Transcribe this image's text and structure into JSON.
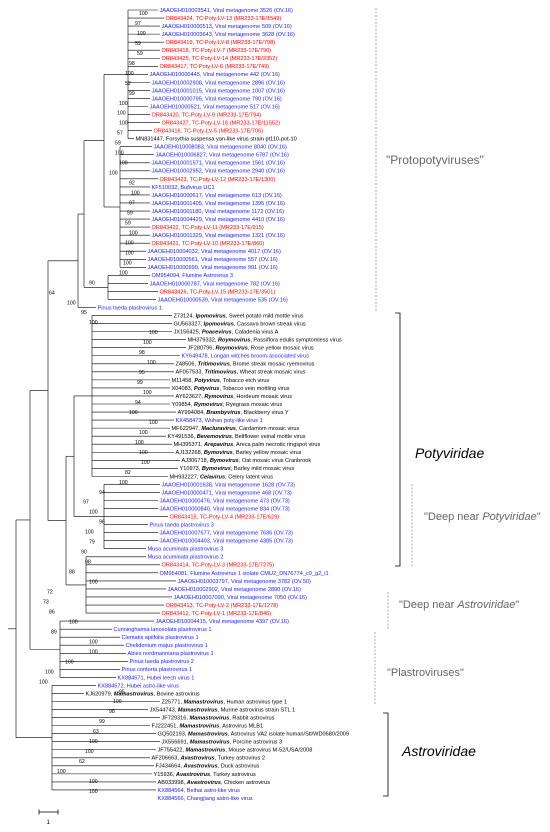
{
  "colors": {
    "reference": "#000000",
    "metagenome": "#1a1aff",
    "novel": "#ff0000",
    "line": "#000000",
    "group": "#777777"
  },
  "leaves": [
    {
      "text": "JAAOEH010003541, Viral metagenome 3526 (OV.16)",
      "c": "blue"
    },
    {
      "text": "OR843424, TC-Poty-LV-13 (MR233-17E/1549)",
      "c": "red"
    },
    {
      "text": "JAAOEH010000513, Viral metagenome 509 (OV.16)",
      "c": "blue"
    },
    {
      "text": "JAAOEH010003643, Viral metagenome 3628 (OV.16)",
      "c": "blue"
    },
    {
      "text": "OR843419, TC-Poty-LV-8 (MR233-17E/798)",
      "c": "red"
    },
    {
      "text": "OR843418, TC-Poty-LV-7 (MR233-17E/790)",
      "c": "red"
    },
    {
      "text": "OR843425, TC-Poty-LV-14 (MR233-17E/2352)",
      "c": "red"
    },
    {
      "text": "OR843417, TC-Poty-LV-6 (MR233-17E/749)",
      "c": "red"
    },
    {
      "text": "JAAOEH010000445, Viral metagenome 442 (OV.16)",
      "c": "blue"
    },
    {
      "text": "JAAOEH010002908, Viral metagenome 2896 (OV.16)",
      "c": "blue"
    },
    {
      "text": "JAAOEH010001015, Viral metagenome 1007 (OV.16)",
      "c": "blue"
    },
    {
      "text": "JAAOEH010000795, Viral metagenome 790 (OV.16)",
      "c": "blue"
    },
    {
      "text": "JAAOEH010000521, Viral metagenome 517 (OV.16)",
      "c": "blue"
    },
    {
      "text": "OR843420, TC-Poty-LV-9 (MR233-17E/794)",
      "c": "red"
    },
    {
      "text": "OR843427, TC-Poty-LV-16 (MR233-17E/11552)",
      "c": "red"
    },
    {
      "text": "OR843416, TC-Poty-LV-5 (MR233-17E/706)",
      "c": "red"
    },
    {
      "text": "MN831447, Forsythia suspensa yan-like virus strain pt110-pot-10",
      "c": "black"
    },
    {
      "text": "JAAOEH010008083, Viral metagenome 8040 (OV.16)",
      "c": "blue"
    },
    {
      "text": "JAAOEH010006827, Viral metagenome 6787 (OV.16)",
      "c": "blue"
    },
    {
      "text": "JAAOEH010001571, Viral metagenome 1561 (OV.16)",
      "c": "blue"
    },
    {
      "text": "JAAOEH010002952, Viral metagenome 2940 (OV.16)",
      "c": "blue"
    },
    {
      "text": "OR843423, TC-Poty-LV-12 (MR233-17E/1300)",
      "c": "red"
    },
    {
      "text": "KF510032, Bufivirus UC1",
      "c": "blue"
    },
    {
      "text": "JAAOEH010000617, Viral metagenome 613 (OV.16)",
      "c": "blue"
    },
    {
      "text": "JAAOEH010001405, Viral metagenome 1395 (OV.16)",
      "c": "blue"
    },
    {
      "text": "JAAOEH010001180, Viral metagenome 1172 (OV.16)",
      "c": "blue"
    },
    {
      "text": "JAAOEH010004429, Viral metagenome 4410 (OV.16)",
      "c": "blue"
    },
    {
      "text": "OR843422, TC-Poty-LV-11 (MR233-17E/915)",
      "c": "red"
    },
    {
      "text": "JAAOEH010001329, Viral metagenome 1321 (OV.16)",
      "c": "blue"
    },
    {
      "text": "OR843421, TC-Poty-LV-10 (MR233-17E/860)",
      "c": "red"
    },
    {
      "text": "JAAOEH010004032, Viral metagenome 4017 (OV.16)",
      "c": "blue"
    },
    {
      "text": "JAAOEH010000561, Viral metagenome 557 (OV.16)",
      "c": "blue"
    },
    {
      "text": "JAAOEH010000999, Viral metagenome 991 (OV.16)",
      "c": "blue"
    },
    {
      "text": "OM954094, Flumine Astrovirus 3",
      "c": "blue"
    },
    {
      "text": "JAAOEH010000787, Viral metagenome 782 (OV.16)",
      "c": "blue"
    },
    {
      "text": "OR843426, TC-Poty-LV-15 (MR233-17E/3501)",
      "c": "red"
    },
    {
      "text": "JAAOEH010000539, Viral metagenome 535 (OV.16)",
      "c": "blue"
    },
    {
      "text": "Pinus taeda plastrovirus 1",
      "c": "blue"
    },
    {
      "text": "Z73124, Ipomovirus, Sweet potato mild mottle virus",
      "c": "black"
    },
    {
      "text": "GU563327, Ipomovirus, Cassava brown streak virus",
      "c": "black"
    },
    {
      "text": "JX156425, Poacevirus, Caladenia virus A",
      "c": "black"
    },
    {
      "text": "MH379332, Roymovirus, Passiflora edulis symptomless virus",
      "c": "black"
    },
    {
      "text": "JF280796, Roymovirus, Rose yellow mosaic virus",
      "c": "black"
    },
    {
      "text": "KY649478, Longan witches broom-associated virus",
      "c": "blue"
    },
    {
      "text": "Z48506, Tritimovirus, Brome streak mosaic ryemovirus",
      "c": "black"
    },
    {
      "text": "AF057533, Tritimovirus, Wheat streak mosaic virus",
      "c": "black"
    },
    {
      "text": "M11458, Potyvirus, Tobacco etch virus",
      "c": "black"
    },
    {
      "text": "X04083, Potyvirus, Tobacco vein mottling virus",
      "c": "black"
    },
    {
      "text": "AY623627, Rymovirus, Hordeum mosaic virus",
      "c": "black"
    },
    {
      "text": "Y09854, Rymovirus, Ryegrass mosaic virus",
      "c": "black"
    },
    {
      "text": "AY994084, Brambyvirus, Blackberry virus Y",
      "c": "black"
    },
    {
      "text": "KX458473, Wuhan poty-like virus 1",
      "c": "blue"
    },
    {
      "text": "MF622947, Macluravirus, Cardamom mosaic virus",
      "c": "black"
    },
    {
      "text": "KY491536, Bevemovirus, Bellflower veinal mottle virus",
      "c": "black"
    },
    {
      "text": "MH395371, Arepavirus, Areca palm necrotic ringspot virus",
      "c": "black"
    },
    {
      "text": "AJ132268, Bymovirus, Barley yellow mosaic virus",
      "c": "black"
    },
    {
      "text": "AJ306718, Bymovirus, Oat mosaic virus Cranbrook",
      "c": "black"
    },
    {
      "text": "Y10973, Bymovirus, Barley mild mosaic virus",
      "c": "black"
    },
    {
      "text": "MH932227, Celavirus, Celery latent virus",
      "c": "black"
    },
    {
      "text": "JAAOEH010001638, Viral metagenome 1628 (OV.73)",
      "c": "blue"
    },
    {
      "text": "JAAOEH010000471, Viral metagenome 468 (OV.73)",
      "c": "blue"
    },
    {
      "text": "JAAOEH010000476, Viral metagenome 473 (OV.73)",
      "c": "blue"
    },
    {
      "text": "JAAOEH010000840, Viral metagenome 834 (OV.73)",
      "c": "blue"
    },
    {
      "text": "OR843415, TC-Poty-LV-4 (MR233-17E/629)",
      "c": "red"
    },
    {
      "text": "Pinus taeda plastrovirus 3",
      "c": "blue"
    },
    {
      "text": "JAAOEH010007677, Viral metagenome 7636 (OV.73)",
      "c": "blue"
    },
    {
      "text": "JAAOEH010004403, Viral metagenome 4385 (OV.73)",
      "c": "blue"
    },
    {
      "text": "Musa acuminata plastrovirus 3",
      "c": "blue"
    },
    {
      "text": "Musa acuminata plastrovirus 2",
      "c": "blue"
    },
    {
      "text": "OR843414, TC-Poty-LV-3 (MR233-17E/7275)",
      "c": "red"
    },
    {
      "text": "OM954081, Flumine Astrovirus 1 isolate CMU2_DN76774_c0_g2_i1",
      "c": "blue"
    },
    {
      "text": "JAAOEH010003797, Viral metagenome 3782 (OV.50)",
      "c": "blue"
    },
    {
      "text": "JAAOEH010002902, Viral metagenome 2890 (OV.16)",
      "c": "blue"
    },
    {
      "text": "JAAOEH010007090, Viral metagenome 7050 (OV.16)",
      "c": "blue"
    },
    {
      "text": "OR843413, TC-Poty-LV-2 (MR233-17E/1278)",
      "c": "red"
    },
    {
      "text": "OR843412, TC-Poty-LV-1 (MR233-17E/846)",
      "c": "red"
    },
    {
      "text": "JAAOEH010004415, Viral metagenome 4397 (OV.16)",
      "c": "blue"
    },
    {
      "text": "Cunninghamia lanceolata plastrovirus 1",
      "c": "blue"
    },
    {
      "text": "Clematis apiifolia plastrovirus 1",
      "c": "blue"
    },
    {
      "text": "Chelidonium majus plastrovirus 1",
      "c": "blue"
    },
    {
      "text": "Abies nordmanniana plastrovirus 1",
      "c": "blue"
    },
    {
      "text": "Pinus taeda plastrovirus 2",
      "c": "blue"
    },
    {
      "text": "Pinus contorta plastrovirus 1",
      "c": "blue"
    },
    {
      "text": "KX884571, Hubei leech virus 1",
      "c": "blue"
    },
    {
      "text": "KX884572, Hubei astro-like virus",
      "c": "blue"
    },
    {
      "text": "KJ620979, Mamastrovirus, Bovine astrovirus",
      "c": "black"
    },
    {
      "text": "Z25771, Mamastrovirus, Human astrovirus type 1",
      "c": "black"
    },
    {
      "text": "JX544743, Mamastrovirus, Murine astrovirus strain STL 1",
      "c": "black"
    },
    {
      "text": "JF729316, Mamastrovirus, Rabbit astrovirus",
      "c": "black"
    },
    {
      "text": "FJ222451, Mamastrovirus, Astrovirus MLB1",
      "c": "black"
    },
    {
      "text": "GQ502193, Mamastrovirus, Astrovirus VA2 isolate human/Stl/WD0680/2009",
      "c": "black"
    },
    {
      "text": "JX556691, Mamastrovirus, Porcine astrovirus 3",
      "c": "black"
    },
    {
      "text": "JF755422, Mamastrovirus, Mouse astrovirus M-52/USA/2008",
      "c": "black"
    },
    {
      "text": "AF206663, Avastrovirus, Turkey astrovirus 2",
      "c": "black"
    },
    {
      "text": "FJ434664, Avastrovirus, Duck astrovirus",
      "c": "black"
    },
    {
      "text": "Y15936, Avastrovirus, Turkey astrovirus",
      "c": "black"
    },
    {
      "text": "AB033998, Avastrovirus, Chicken astrovirus",
      "c": "black"
    },
    {
      "text": "KX884564, Beihai astro-like virus",
      "c": "blue"
    },
    {
      "text": "KX884566, Changjiang astro-like virus",
      "c": "blue"
    }
  ],
  "bootstrap": [
    "100",
    "97",
    "100",
    "59",
    "59",
    "98",
    "100",
    "52",
    "99",
    "100",
    "100",
    "100",
    "57",
    "59",
    "100",
    "100",
    "100",
    "92",
    "100",
    "97",
    "59",
    "59",
    "100",
    "100",
    "100",
    "100",
    "100",
    "90",
    "64",
    "100",
    "95",
    "100",
    "100",
    "100",
    "98",
    "100",
    "95",
    "99",
    "100",
    "94",
    "100",
    "100",
    "100",
    "100",
    "100",
    "100",
    "82",
    "100",
    "94",
    "97",
    "100",
    "96",
    "100",
    "79",
    "90",
    "98",
    "88",
    "100",
    "72",
    "73",
    "86",
    "100",
    "89",
    "100",
    "100",
    "100",
    "100",
    "100",
    "95",
    "100",
    "98",
    "99",
    "63",
    "100",
    "100",
    "62",
    "100",
    "100",
    "100"
  ],
  "groups": {
    "protopotyviruses": "\"Protopotyviruses\"",
    "potyviridae": "Potyviridae",
    "deep_potyviridae_prefix": "\"Deep near ",
    "deep_potyviridae_italic": "Potyviridae",
    "deep_potyviridae_suffix": "\"",
    "deep_astroviridae_prefix": "\"Deep near ",
    "deep_astroviridae_italic": "Astroviridae",
    "deep_astroviridae_suffix": "\"",
    "plastroviruses": "\"Plastroviruses\"",
    "astroviridae": "Astroviridae"
  },
  "scale_bar": {
    "label": "1"
  }
}
